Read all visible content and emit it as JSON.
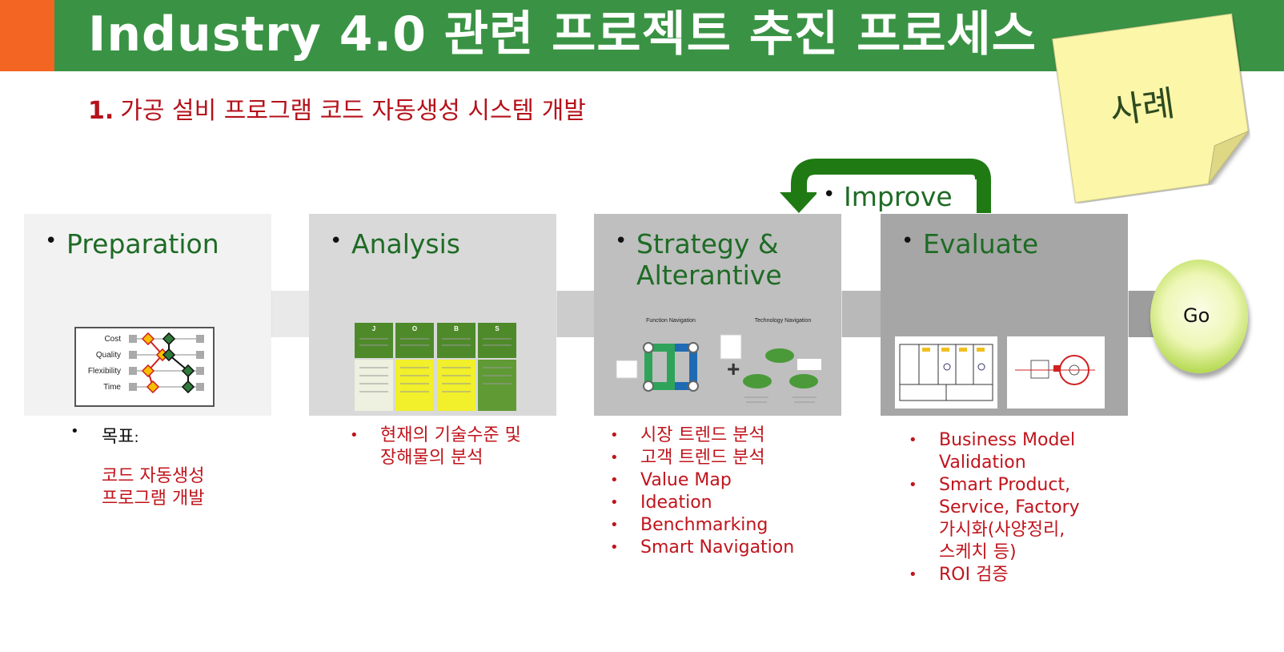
{
  "header": {
    "title": "Industry 4.0 관련 프로젝트 추진 프로세스",
    "bar_color": "#3a9344",
    "accent_color": "#f26522"
  },
  "subtitle": {
    "number": "1.",
    "text": "가공 설비 프로그램 코드 자동생성 시스템 개발"
  },
  "sticky_note": {
    "label": "사례"
  },
  "loop": {
    "label": "Improve"
  },
  "go": {
    "label": "Go"
  },
  "stages": [
    {
      "title_lines": [
        "Preparation"
      ],
      "figure_labels": [
        "Cost",
        "Quality",
        "Flexibility",
        "Time"
      ],
      "goal_label": "목표",
      "goal_colon": ":",
      "goal_text_lines": [
        "코드 자동생성",
        "프로그램 개발"
      ]
    },
    {
      "title_lines": [
        "Analysis"
      ],
      "figure_columns": [
        "J",
        "O",
        "B",
        "S"
      ],
      "bullets": [
        [
          "현재의 기술수준 및",
          "장해물의 분석"
        ]
      ]
    },
    {
      "title_lines": [
        "Strategy &",
        "Alterantive"
      ],
      "figure_labels": [
        "Function Navigation",
        "Technology Navigation"
      ],
      "bullets": [
        [
          "시장 트렌드 분석"
        ],
        [
          "고객 트렌드 분석"
        ],
        [
          "Value Map"
        ],
        [
          "Ideation"
        ],
        [
          "Benchmarking"
        ],
        [
          "Smart Navigation"
        ]
      ]
    },
    {
      "title_lines": [
        "Evaluate"
      ],
      "bullets": [
        [
          "Business Model",
          "Validation"
        ],
        [
          "Smart Product,",
          "Service, Factory",
          "가시화(사양정리,",
          "스케치 등)"
        ],
        [
          "ROI 검증"
        ]
      ]
    }
  ],
  "colors": {
    "stage_title": "#1e6b25",
    "bullet_text": "#c0141c",
    "arrow": "#d0d0d0",
    "loop_arrow": "#1f7a14"
  }
}
